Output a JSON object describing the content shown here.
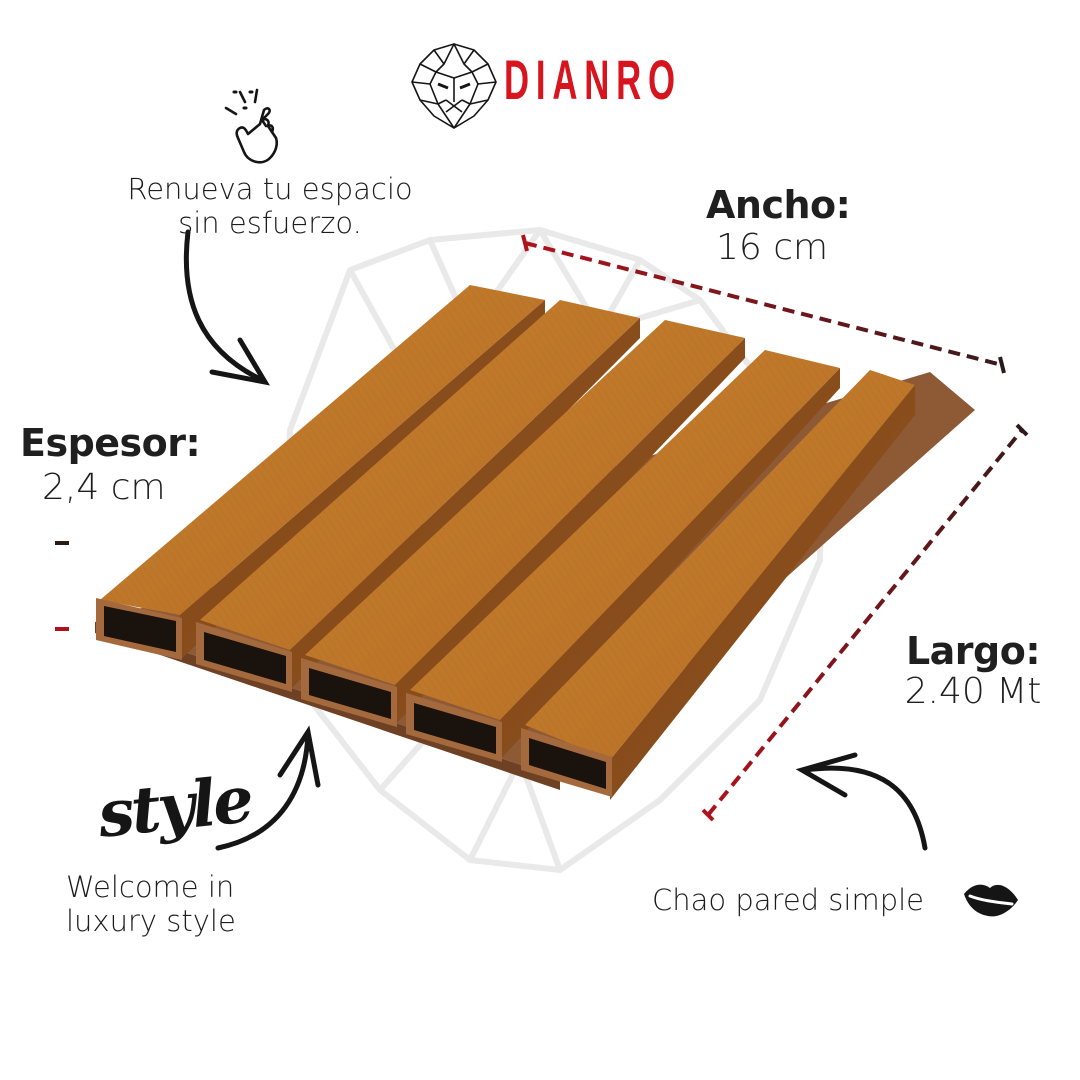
{
  "brand": {
    "name": "DIANRO",
    "logo_icon": "lion-head-icon",
    "color": "#d7151f"
  },
  "taglines": {
    "top_left": {
      "icon": "finger-snap-icon",
      "line1": "Renueva tu espacio",
      "line2": "sin esfuerzo."
    },
    "bottom_left": {
      "script": "style",
      "line1": "Welcome in",
      "line2": "luxury style"
    },
    "bottom_right": {
      "text": "Chao pared simple",
      "icon": "lips-kiss-icon"
    }
  },
  "dimensions": {
    "width": {
      "title": "Ancho:",
      "value": "16 cm"
    },
    "thickness": {
      "title": "Espesor:",
      "value": "2,4 cm"
    },
    "length": {
      "title": "Largo:",
      "value": "2.40 Mt"
    }
  },
  "colors": {
    "dimension_line_start": "#b0121c",
    "dimension_line_end": "#3a1a1a",
    "wood_top": "#c27a2c",
    "wood_side": "#8a4f1e",
    "wood_base": "#8e5a35",
    "hollow": "#1a120c"
  },
  "product": {
    "slat_count": 5,
    "material": "wood-texture panel"
  }
}
